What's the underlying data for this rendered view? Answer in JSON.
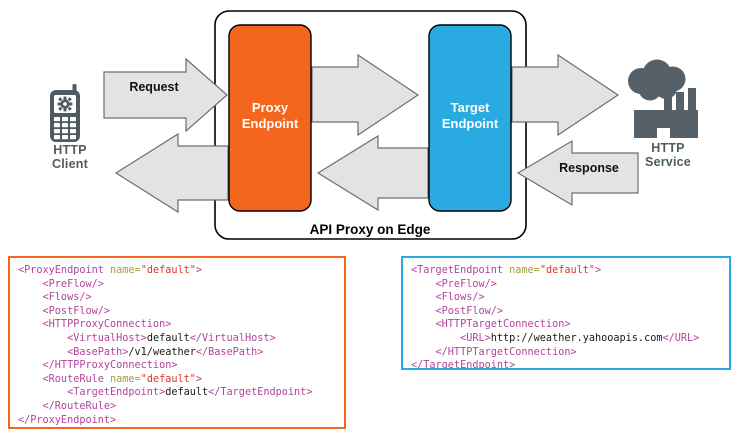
{
  "diagram": {
    "title": "API Proxy on Edge",
    "client": {
      "icon": "mobile-phone-gear-icon",
      "label_line1": "HTTP",
      "label_line2": "Client",
      "label": "HTTP\nClient"
    },
    "service": {
      "icon": "factory-cloud-icon",
      "label_line1": "HTTP",
      "label_line2": "Service",
      "label": "HTTP\nService"
    },
    "proxy_endpoint": {
      "label_line1": "Proxy",
      "label_line2": "Endpoint",
      "color": "#f4661e"
    },
    "target_endpoint": {
      "label_line1": "Target",
      "label_line2": "Endpoint",
      "color": "#29abe2"
    },
    "arrows": {
      "request_label": "Request",
      "response_label": "Response",
      "fill": "#e3e3e3",
      "stroke": "#6e6e6e"
    }
  },
  "code_blocks": {
    "proxy": {
      "border_color": "#f4661e",
      "lines": [
        [
          {
            "t": "tag",
            "s": "<ProxyEndpoint "
          },
          {
            "t": "att",
            "s": "name="
          },
          {
            "t": "val",
            "s": "\"default\""
          },
          {
            "t": "tag",
            "s": ">"
          }
        ],
        [
          {
            "t": "tag",
            "s": "    <PreFlow/>"
          }
        ],
        [
          {
            "t": "tag",
            "s": "    <Flows/>"
          }
        ],
        [
          {
            "t": "tag",
            "s": "    <PostFlow/>"
          }
        ],
        [
          {
            "t": "tag",
            "s": "    <HTTPProxyConnection>"
          }
        ],
        [
          {
            "t": "tag",
            "s": "        <VirtualHost>"
          },
          {
            "t": "txt",
            "s": "default"
          },
          {
            "t": "tag",
            "s": "</VirtualHost>"
          }
        ],
        [
          {
            "t": "tag",
            "s": "        <BasePath>"
          },
          {
            "t": "txt",
            "s": "/v1/weather"
          },
          {
            "t": "tag",
            "s": "</BasePath>"
          }
        ],
        [
          {
            "t": "tag",
            "s": "    </HTTPProxyConnection>"
          }
        ],
        [
          {
            "t": "tag",
            "s": "    <RouteRule "
          },
          {
            "t": "att",
            "s": "name="
          },
          {
            "t": "val",
            "s": "\"default\""
          },
          {
            "t": "tag",
            "s": ">"
          }
        ],
        [
          {
            "t": "tag",
            "s": "        <TargetEndpoint>"
          },
          {
            "t": "txt",
            "s": "default"
          },
          {
            "t": "tag",
            "s": "</TargetEndpoint>"
          }
        ],
        [
          {
            "t": "tag",
            "s": "    </RouteRule>"
          }
        ],
        [
          {
            "t": "tag",
            "s": "</ProxyEndpoint>"
          }
        ]
      ]
    },
    "target": {
      "border_color": "#29abe2",
      "lines": [
        [
          {
            "t": "tag",
            "s": "<TargetEndpoint "
          },
          {
            "t": "att",
            "s": "name="
          },
          {
            "t": "val",
            "s": "\"default\""
          },
          {
            "t": "tag",
            "s": ">"
          }
        ],
        [
          {
            "t": "tag",
            "s": "    <PreFlow/>"
          }
        ],
        [
          {
            "t": "tag",
            "s": "    <Flows/>"
          }
        ],
        [
          {
            "t": "tag",
            "s": "    <PostFlow/>"
          }
        ],
        [
          {
            "t": "tag",
            "s": "    <HTTPTargetConnection>"
          }
        ],
        [
          {
            "t": "tag",
            "s": "        <URL>"
          },
          {
            "t": "txt",
            "s": "http://weather.yahooapis.com"
          },
          {
            "t": "tag",
            "s": "</URL>"
          }
        ],
        [
          {
            "t": "tag",
            "s": "    </HTTPTargetConnection>"
          }
        ],
        [
          {
            "t": "tag",
            "s": "</TargetEndpoint>"
          }
        ]
      ]
    }
  }
}
